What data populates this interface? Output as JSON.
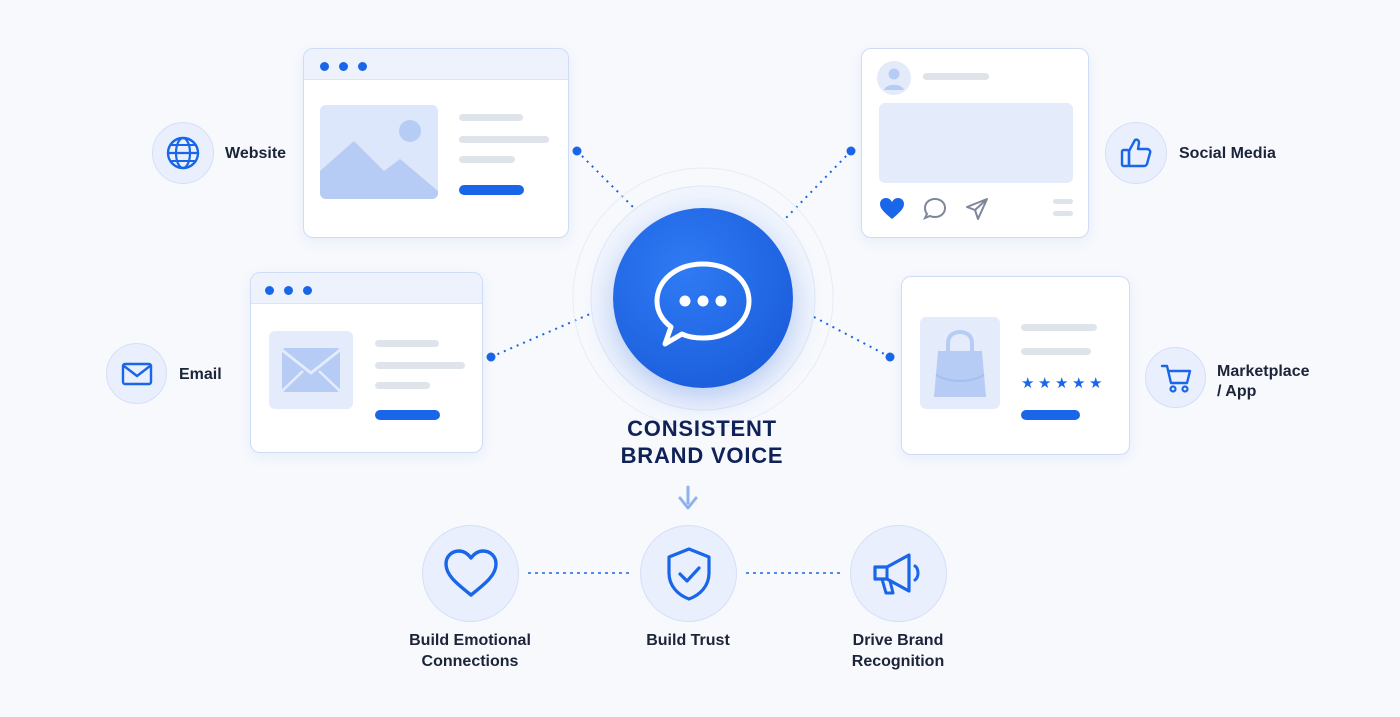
{
  "center": {
    "title_line1": "CONSISTENT",
    "title_line2": "BRAND VOICE",
    "icon": "chat-bubble-icon"
  },
  "channels": [
    {
      "id": "website",
      "label": "Website",
      "icon": "globe-icon"
    },
    {
      "id": "social",
      "label": "Social Media",
      "icon": "thumbs-up-icon"
    },
    {
      "id": "email",
      "label": "Email",
      "icon": "envelope-icon"
    },
    {
      "id": "marketplace",
      "label_line1": "Marketplace",
      "label_line2": "/ App",
      "icon": "cart-icon"
    }
  ],
  "benefits": [
    {
      "label_line1": "Build Emotional",
      "label_line2": "Connections",
      "icon": "heart-icon"
    },
    {
      "label_line1": "Build Trust",
      "icon": "shield-check-icon"
    },
    {
      "label_line1": "Drive Brand",
      "label_line2": "Recognition",
      "icon": "megaphone-icon"
    }
  ],
  "product_rating": {
    "stars": 5,
    "max": 5
  },
  "colors": {
    "accent": "#1a66e8",
    "title": "#0f2258",
    "background": "#f7f9fd",
    "card_border": "#cfdcf6",
    "icon_circle": "#e9effc"
  }
}
